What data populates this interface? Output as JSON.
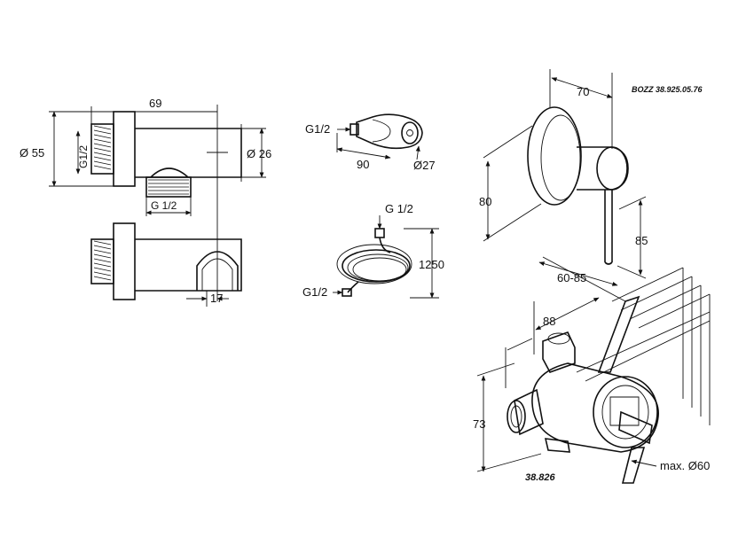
{
  "drawing_ref": "BOZZ 38.925.05.76",
  "model_number": "38.826",
  "elbow": {
    "dim_width": "69",
    "dim_outer_diameter": "Ø 55",
    "dim_outlet_diameter": "Ø 26",
    "thread_vertical": "G1/2",
    "thread_horizontal": "G 1/2",
    "dim_holder": "17"
  },
  "hand_shower": {
    "thread": "G1/2",
    "length": "90",
    "diameter": "Ø27"
  },
  "hose": {
    "thread_top": "G 1/2",
    "length": "1250",
    "thread_bottom": "G1/2"
  },
  "mixer": {
    "dim_rosette": "70",
    "dim_height": "80",
    "dim_lever": "85",
    "dim_depth_range": "60-85",
    "dim_body_depth": "88",
    "dim_body_height": "73",
    "dim_max_diameter": "max. Ø60"
  }
}
